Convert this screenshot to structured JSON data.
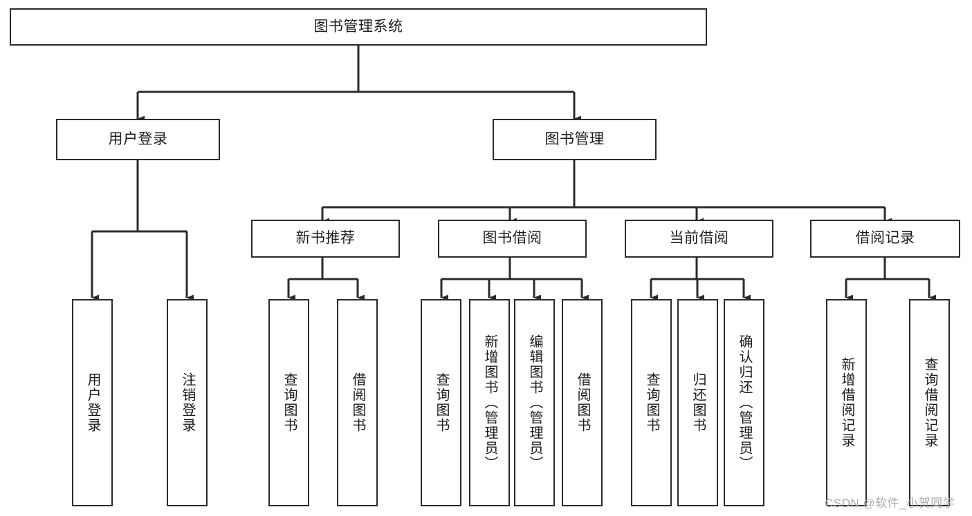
{
  "diagram": {
    "title": "图书管理系统",
    "type": "tree-hierarchy-chart",
    "stroke_color": "#2b2b2b",
    "fill_color": "#ffffff",
    "text_color": "#1c1c1c",
    "root": {
      "label": "图书管理系统"
    },
    "level2": [
      {
        "label": "用户登录"
      },
      {
        "label": "图书管理"
      }
    ],
    "level3": [
      {
        "label": "新书推荐"
      },
      {
        "label": "图书借阅"
      },
      {
        "label": "当前借阅"
      },
      {
        "label": "借阅记录"
      }
    ],
    "leaves": {
      "user_login": [
        {
          "label": "用户登录"
        },
        {
          "label": "注销登录"
        }
      ],
      "new_book_recommend": [
        {
          "label": "查询图书"
        },
        {
          "label": "借阅图书"
        }
      ],
      "book_borrow": [
        {
          "label": "查询图书"
        },
        {
          "label": "新增图书（管理员）"
        },
        {
          "label": "编辑图书（管理员）"
        },
        {
          "label": "借阅图书"
        }
      ],
      "current_borrow": [
        {
          "label": "查询图书"
        },
        {
          "label": "归还图书"
        },
        {
          "label": "确认归还（管理员）"
        }
      ],
      "borrow_record": [
        {
          "label": "新增借阅记录"
        },
        {
          "label": "查询借阅记录"
        }
      ]
    }
  },
  "watermark": {
    "text": "CSDN @软件_小贺同学"
  }
}
